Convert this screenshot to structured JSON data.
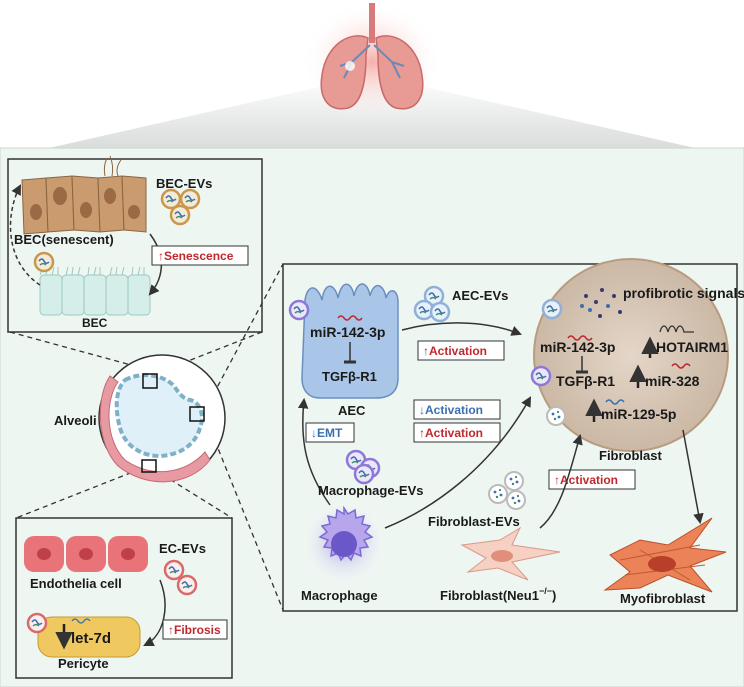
{
  "colors": {
    "background": "#eef6f2",
    "increase_red": "#c0282f",
    "decrease_blue": "#3a6fb0",
    "alveoli_pink": "#e79aa2",
    "fibroblast_cell": "#d8c8b8",
    "aec_blue": "#a9c6e8",
    "bec_tan": "#c99b6f",
    "macrophage_purple": "#7b6ad6",
    "myofibroblast": "#e8704a",
    "pericyte_yellow": "#e8c060"
  },
  "bec_panel": {
    "senescent_label": "BEC(senescent)",
    "evs_label": "BEC-EVs",
    "effect": "↑Senescence",
    "bec_label": "BEC"
  },
  "alveoli_panel": {
    "label": "Alveoli"
  },
  "ec_panel": {
    "endothelia_label": "Endothelia cell",
    "evs_label": "EC-EVs",
    "effect": "↑Fibrosis",
    "mirna": "let-7d",
    "pericyte_label": "Pericyte"
  },
  "main_panel": {
    "aec_mirna": "miR-142-3p",
    "aec_receptor": "TGFβ-R1",
    "aec_label": "AEC",
    "aec_evs_label": "AEC-EVs",
    "aec_evs_effect": "↑Activation",
    "fibro_signals": "profibrotic signals",
    "fibro_mirna_142": "miR-142-3p",
    "fibro_hotairm1": "HOTAIRM1",
    "fibro_receptor": "TGFβ-R1",
    "fibro_mir328": "miR-328",
    "fibro_mir129": "miR-129-5p",
    "fibro_label": "Fibroblast",
    "emt_effect": "↓EMT",
    "mac_evs_down": "↓Activation",
    "mac_evs_up": "↑Activation",
    "mac_evs_label": "Macrophage-EVs",
    "fibro_evs_effect": "↑Activation",
    "fibro_evs_label": "Fibroblast-EVs",
    "macrophage_label": "Macrophage",
    "fibro_neu1_label": "Fibroblast(Neu1",
    "fibro_neu1_sup": "−/−",
    "fibro_neu1_close": ")",
    "myofibroblast_label": "Myofibroblast"
  }
}
